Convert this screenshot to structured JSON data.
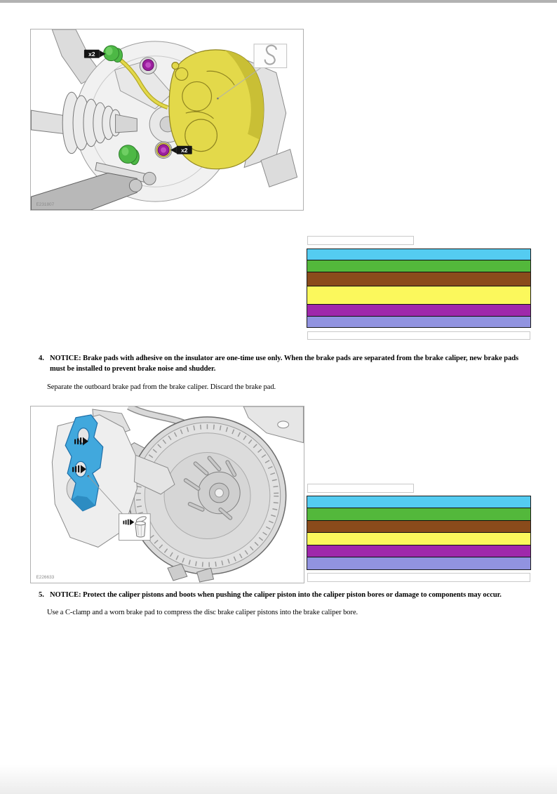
{
  "page": {
    "background": "#ffffff",
    "top_rule_color": "#b2b2b2"
  },
  "figure1": {
    "id_label": "E231807",
    "callout_top": "x2",
    "callout_bottom": "x2",
    "caliper_highlight": "#e3d94a",
    "bolt_green": "#4db845",
    "bolt_purple": "#9b1f9e"
  },
  "figure2": {
    "id_label": "E226633",
    "pad_highlight": "#41a8dd"
  },
  "color_table": {
    "rows": [
      "#54ccf1",
      "#53b83b",
      "#8a4b1b",
      "#fbf85c",
      "#9f28ab",
      "#9193e0"
    ]
  },
  "steps": [
    {
      "number": "4.",
      "notice": "NOTICE: Brake pads with adhesive on the insulator are one-time use only. When the brake pads are separated from the brake caliper, new brake pads must be installed to prevent brake noise and shudder.",
      "body": "Separate the outboard brake pad from the brake caliper. Discard the brake pad."
    },
    {
      "number": "5.",
      "notice": "NOTICE: Protect the caliper pistons and boots when pushing the caliper piston into the caliper piston bores or damage to components may occur.",
      "body": "Use a C-clamp and a worn brake pad to compress the disc brake caliper pistons into the brake caliper bore."
    }
  ]
}
